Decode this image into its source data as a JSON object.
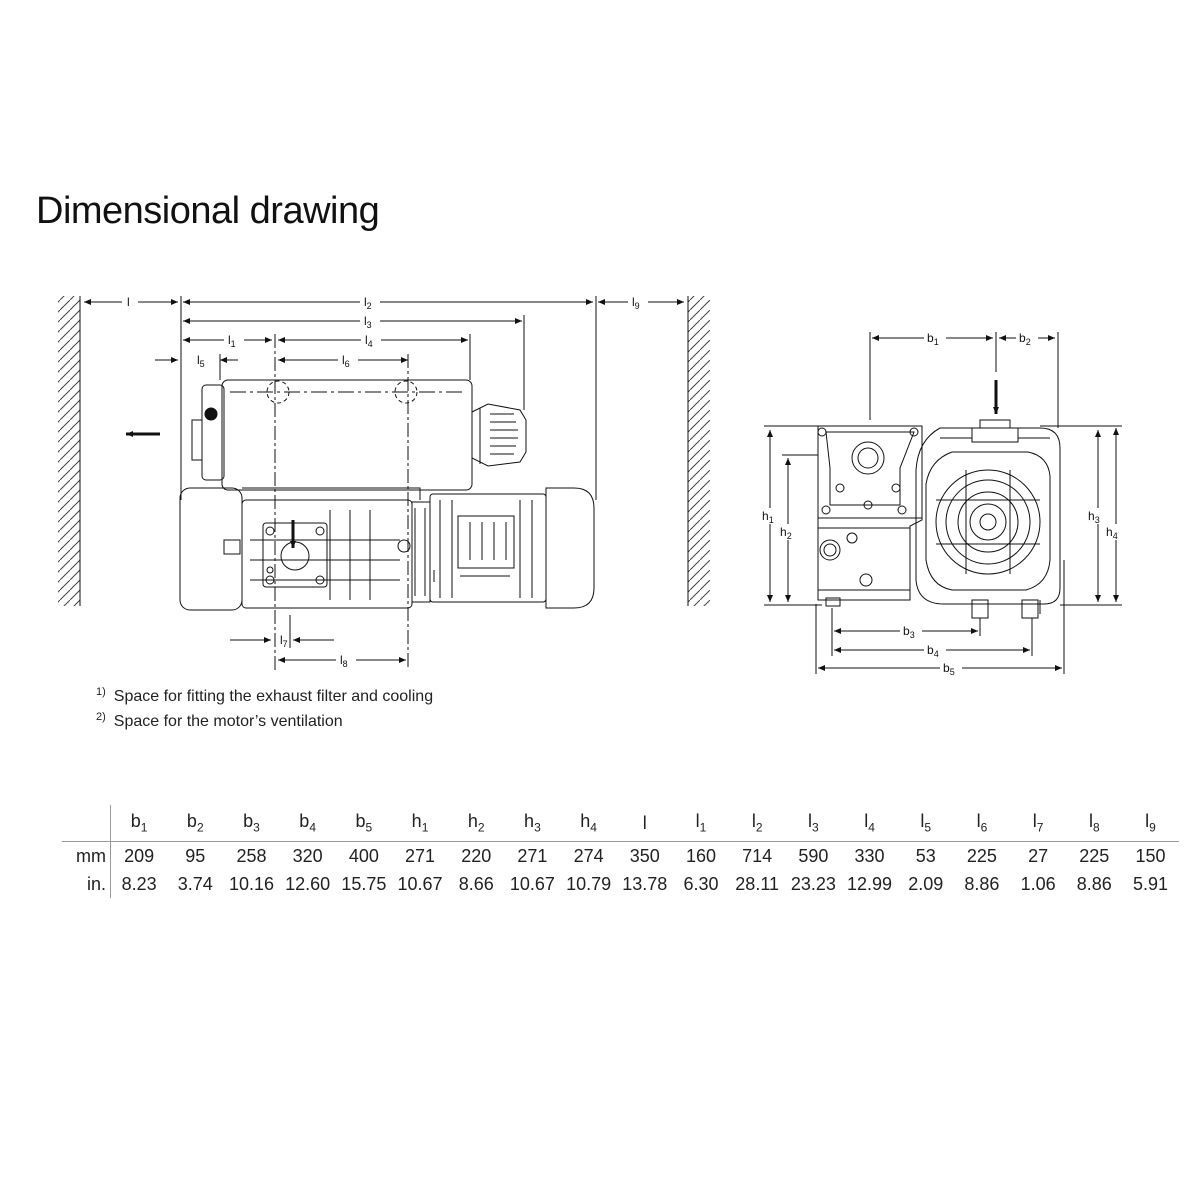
{
  "title": "Dimensional drawing",
  "footnotes": [
    {
      "mark": "1)",
      "text": "Space for fitting the exhaust filter and cooling"
    },
    {
      "mark": "2)",
      "text": "Space for the motor’s ventilation"
    }
  ],
  "side_view_labels": {
    "l": "l",
    "l1": "l",
    "l2": "l",
    "l3": "l",
    "l4": "l",
    "l5": "l",
    "l6": "l",
    "l7": "l",
    "l8": "l",
    "l9": "l",
    "l1_sub": "1",
    "l2_sub": "2",
    "l3_sub": "3",
    "l4_sub": "4",
    "l5_sub": "5",
    "l6_sub": "6",
    "l7_sub": "7",
    "l8_sub": "8",
    "l9_sub": "9"
  },
  "front_view_labels": {
    "b": "b",
    "h": "h",
    "b1_sub": "1",
    "b2_sub": "2",
    "b3_sub": "3",
    "b4_sub": "4",
    "b5_sub": "5",
    "h1_sub": "1",
    "h2_sub": "2",
    "h3_sub": "3",
    "h4_sub": "4"
  },
  "table": {
    "headers": [
      {
        "base": "b",
        "sub": "1"
      },
      {
        "base": "b",
        "sub": "2"
      },
      {
        "base": "b",
        "sub": "3"
      },
      {
        "base": "b",
        "sub": "4"
      },
      {
        "base": "b",
        "sub": "5"
      },
      {
        "base": "h",
        "sub": "1"
      },
      {
        "base": "h",
        "sub": "2"
      },
      {
        "base": "h",
        "sub": "3"
      },
      {
        "base": "h",
        "sub": "4"
      },
      {
        "base": "l",
        "sub": ""
      },
      {
        "base": "l",
        "sub": "1"
      },
      {
        "base": "l",
        "sub": "2"
      },
      {
        "base": "l",
        "sub": "3"
      },
      {
        "base": "l",
        "sub": "4"
      },
      {
        "base": "l",
        "sub": "5"
      },
      {
        "base": "l",
        "sub": "6"
      },
      {
        "base": "l",
        "sub": "7"
      },
      {
        "base": "l",
        "sub": "8"
      },
      {
        "base": "l",
        "sub": "9"
      }
    ],
    "rows": [
      {
        "unit": "mm",
        "values": [
          "209",
          "95",
          "258",
          "320",
          "400",
          "271",
          "220",
          "271",
          "274",
          "350",
          "160",
          "714",
          "590",
          "330",
          "53",
          "225",
          "27",
          "225",
          "150"
        ]
      },
      {
        "unit": "in.",
        "values": [
          "8.23",
          "3.74",
          "10.16",
          "12.60",
          "15.75",
          "10.67",
          "8.66",
          "10.67",
          "10.79",
          "13.78",
          "6.30",
          "28.11",
          "23.23",
          "12.99",
          "2.09",
          "8.86",
          "1.06",
          "8.86",
          "5.91"
        ]
      }
    ]
  }
}
